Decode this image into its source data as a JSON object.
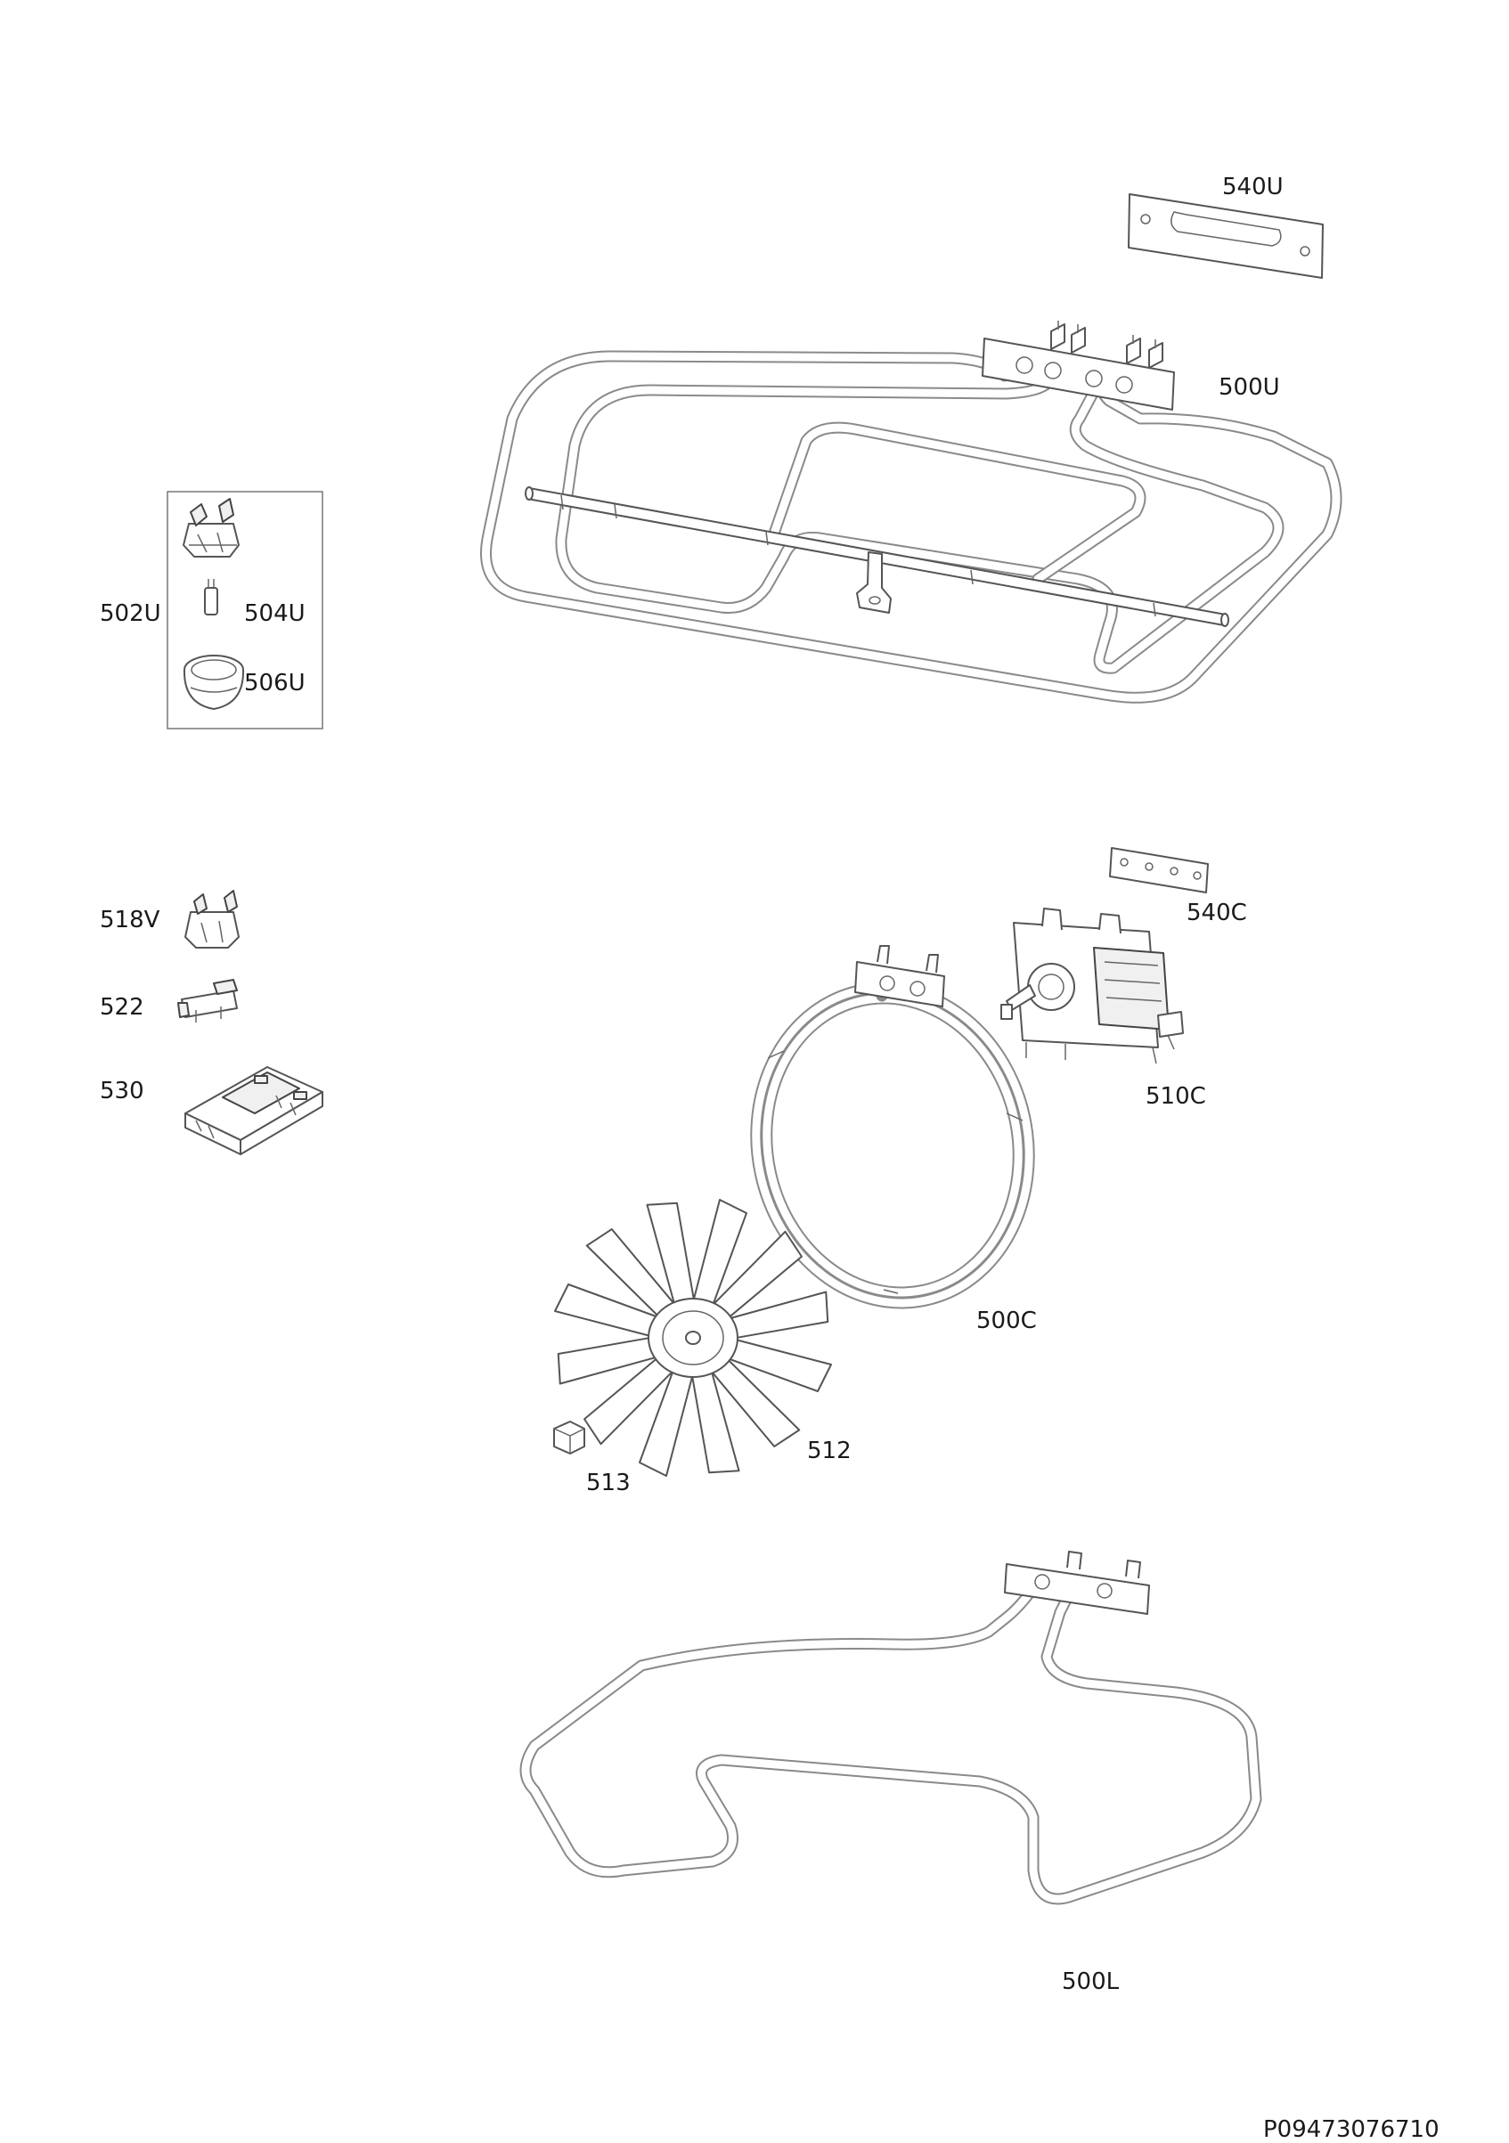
{
  "labels": {
    "l540U": "540U",
    "l500U": "500U",
    "l502U": "502U",
    "l504U": "504U",
    "l506U": "506U",
    "l518V": "518V",
    "l522": "522",
    "l530": "530",
    "l540C": "540C",
    "l510C": "510C",
    "l500C": "500C",
    "l512": "512",
    "l513": "513",
    "l500L": "500L"
  },
  "document_number": "P09473076710",
  "colors": {
    "line": "#7a7a7a",
    "text": "#1a1a1a",
    "background": "#ffffff"
  }
}
